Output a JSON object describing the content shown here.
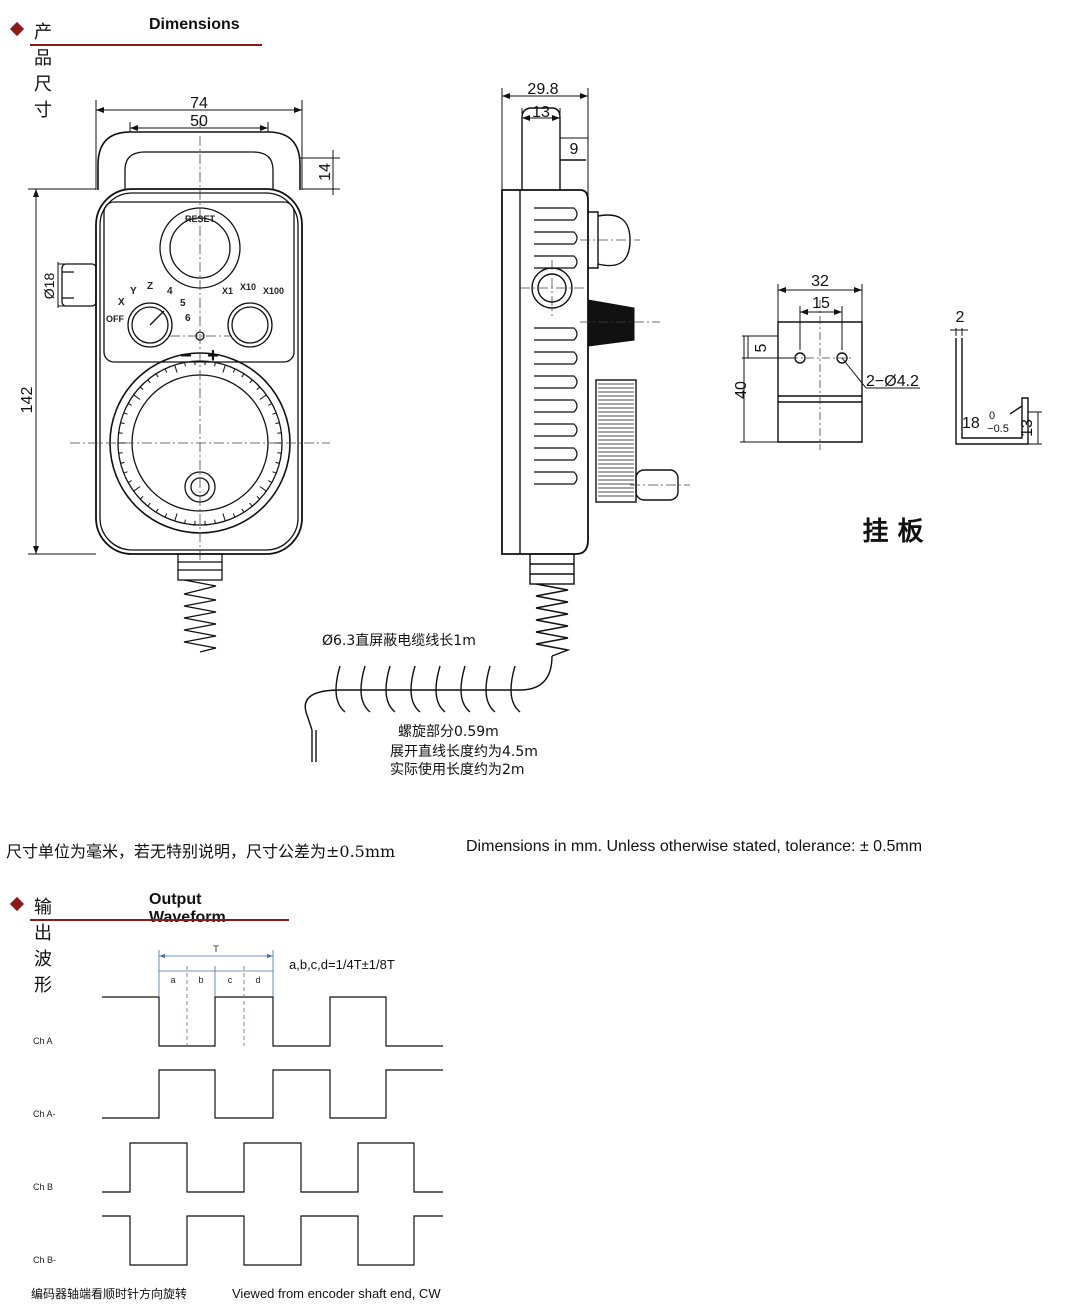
{
  "sections": {
    "dimensions": {
      "title_cn": "产品尺寸",
      "title_en": "Dimensions"
    },
    "waveform": {
      "title_cn": "输出波形",
      "title_en": "Output Waveform"
    }
  },
  "front_view": {
    "width_outer": "74",
    "width_inner": "50",
    "handle_height": "14",
    "button_dia": "Ø18",
    "height": "142",
    "estop_text": "RESET",
    "axis_labels": {
      "x": "X",
      "y": "Y",
      "z": "Z",
      "n4": "4",
      "n5": "5",
      "n6": "6",
      "off": "OFF"
    },
    "mult_labels": {
      "x1": "X1",
      "x10": "X10",
      "x100": "X100"
    },
    "minus": "−",
    "plus": "+"
  },
  "side_view": {
    "depth": "29.8",
    "handle_depth": "13",
    "handle_offset": "9",
    "cable_note": "Ø6.3直屏蔽电缆线长1m",
    "spiral_note": "螺旋部分0.59m",
    "extended_note": "展开直线长度约为4.5m",
    "usable_note": "实际使用长度约为2m"
  },
  "bracket": {
    "width_outer": "32",
    "width_inner": "15",
    "hole_offset": "5",
    "height": "40",
    "holes": "2−Ø4.2",
    "thickness": "2",
    "depth": "18",
    "tol_upper": "0",
    "tol_lower": "−0.5",
    "lip": "13",
    "caption": "挂 板"
  },
  "tolerance": {
    "cn": "尺寸单位为毫米，若无特别说明，尺寸公差为±0.5mm",
    "en": "Dimensions in mm. Unless otherwise stated, tolerance: ± 0.5mm"
  },
  "waveform": {
    "period_label": "T",
    "segments": [
      "a",
      "b",
      "c",
      "d"
    ],
    "formula": "a,b,c,d=1/4T±1/8T",
    "channels": [
      "Ch A",
      "Ch A-",
      "Ch B",
      "Ch B-"
    ],
    "note_cn": "编码器轴端看顺时针方向旋转",
    "note_en": "Viewed from encoder shaft end, CW"
  }
}
